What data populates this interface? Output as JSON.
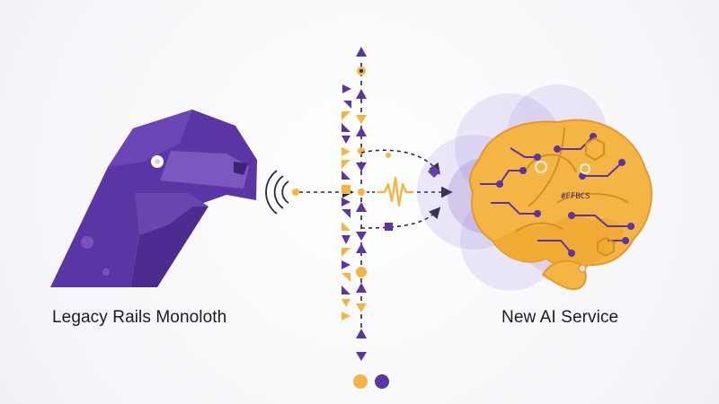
{
  "diagram": {
    "left_label": "Legacy Rails Monoloth",
    "right_label": "New AI Service",
    "brain_tag": "#FFBCS"
  },
  "icons": {
    "left": "dinosaur-head-icon",
    "signal": "radio-waves-icon",
    "waveform": "waveform-icon",
    "right": "circuit-brain-icon"
  },
  "colors": {
    "purple": "#5b35a3",
    "purple_light": "#8a6ac7",
    "orange": "#f4b544",
    "orange_dark": "#e39a2c",
    "text": "#1d1b22"
  }
}
